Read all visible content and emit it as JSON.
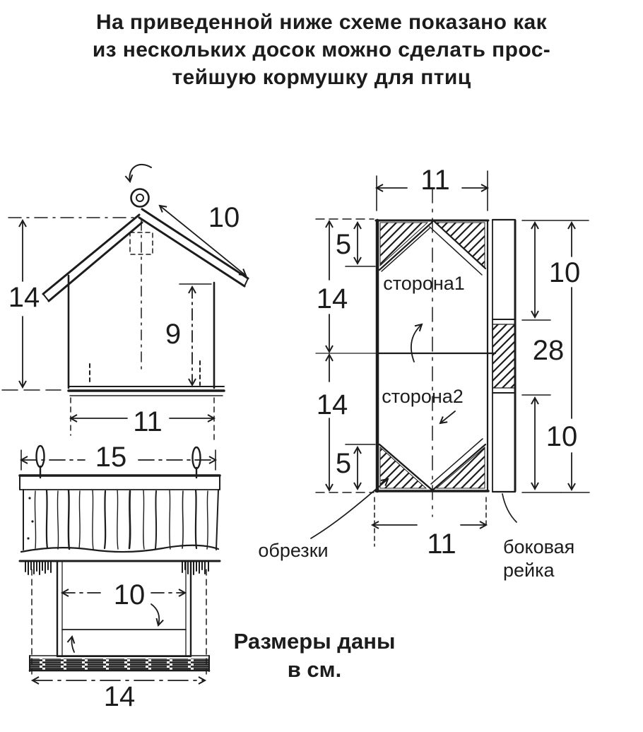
{
  "colors": {
    "ink": "#1c1c1c",
    "paper": "#ffffff"
  },
  "title": {
    "line1": "На приведенной ниже схеме показано как",
    "line2": "из нескольких досок можно сделать прос-",
    "line3": "тейшую кормушку для птиц"
  },
  "note": {
    "line1": "Размеры даны",
    "line2": "в см."
  },
  "front_view": {
    "roof_length": "10",
    "total_height": "14",
    "wall_height": "9",
    "width": "11"
  },
  "side_view": {
    "roof_width": "15",
    "inner_width": "10",
    "base_width": "14"
  },
  "board_view": {
    "top_width": "11",
    "top_offcut_height": "5",
    "side1_height": "14",
    "side1_label": "сторона1",
    "side2_height": "14",
    "side2_label": "сторона2",
    "bottom_offcut_height": "5",
    "bottom_width": "11",
    "rail_top_length": "10",
    "total_length": "28",
    "rail_bottom_length": "10",
    "offcuts_label": "обрезки",
    "rail_label_line1": "боковая",
    "rail_label_line2": "рейка"
  }
}
